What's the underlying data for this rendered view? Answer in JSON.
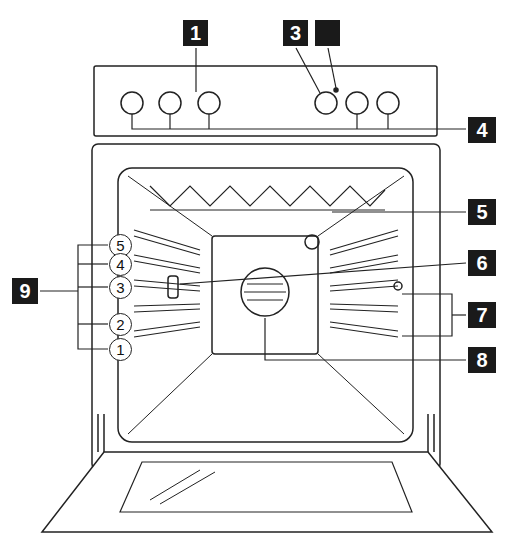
{
  "diagram": {
    "labels": [
      "1",
      "3",
      "4",
      "5",
      "6",
      "7",
      "8",
      "9",
      "5",
      "4",
      "3",
      "2",
      "1"
    ]
  }
}
